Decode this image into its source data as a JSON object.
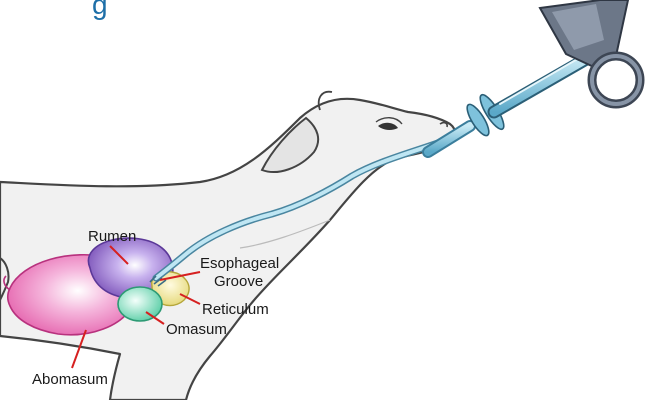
{
  "title_fragment": "g",
  "labels": {
    "rumen": "Rumen",
    "esophageal_line1": "Esophageal",
    "esophageal_line2": "Groove",
    "reticulum": "Reticulum",
    "omasum": "Omasum",
    "abomasum": "Abomasum"
  },
  "colors": {
    "title": "#1e6fa8",
    "rumen": "#8a63c6",
    "reticulum": "#e9df7f",
    "omasum": "#6fd6b0",
    "abomasum": "#ec6fb8",
    "tube": "#8fcbe0",
    "pointer": "#d62020",
    "bracket": "#5d6b7c"
  }
}
